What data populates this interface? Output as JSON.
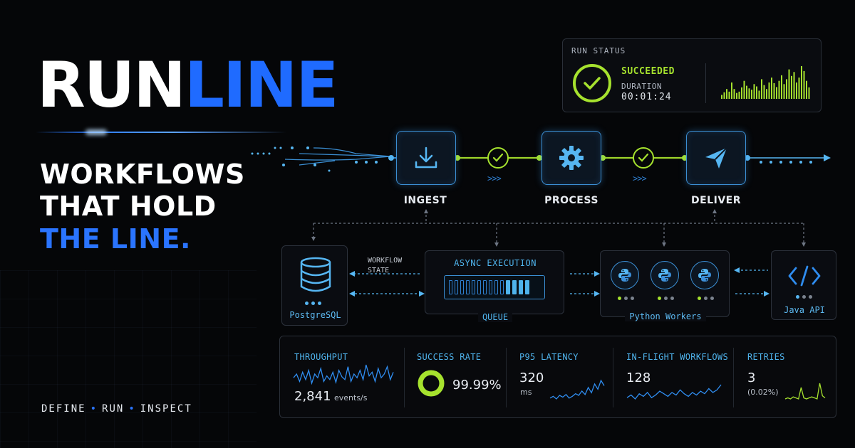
{
  "brand": {
    "part1": "RUN",
    "part2": "LINE"
  },
  "tagline": {
    "line1": "WORKFLOWS",
    "line2": "THAT HOLD",
    "line3": "THE LINE."
  },
  "footer": {
    "item1": "DEFINE",
    "item2": "RUN",
    "item3": "INSPECT",
    "separator": "•"
  },
  "run_status": {
    "title": "RUN STATUS",
    "state": "SUCCEEDED",
    "duration_label": "DURATION",
    "duration_value": "00:01:24",
    "bars": [
      0.12,
      0.2,
      0.3,
      0.22,
      0.5,
      0.3,
      0.18,
      0.22,
      0.35,
      0.55,
      0.4,
      0.32,
      0.28,
      0.45,
      0.38,
      0.25,
      0.6,
      0.42,
      0.3,
      0.5,
      0.65,
      0.48,
      0.36,
      0.55,
      0.72,
      0.45,
      0.6,
      0.9,
      0.7,
      0.82,
      0.5,
      0.65,
      1.0,
      0.85,
      0.55,
      0.35
    ],
    "colors": {
      "ok": "#a6e22e"
    }
  },
  "pipeline": {
    "stages": [
      {
        "label": "INGEST",
        "icon": "download-icon"
      },
      {
        "label": "PROCESS",
        "icon": "gear-icon"
      },
      {
        "label": "DELIVER",
        "icon": "send-icon"
      }
    ],
    "chevrons": ">>>"
  },
  "components": {
    "postgres": {
      "label": "PostgreSQL",
      "icon": "database-icon"
    },
    "workflow_state": {
      "line1": "WORKFLOW",
      "line2": "STATE"
    },
    "async": {
      "title": "ASYNC EXECUTION",
      "queue_label": "QUEUE"
    },
    "python": {
      "label": "Python Workers",
      "icon": "python-icon"
    },
    "java": {
      "label": "Java API",
      "icon": "code-icon"
    }
  },
  "metrics": {
    "throughput": {
      "title": "THROUGHPUT",
      "value": "2,841",
      "unit": "events/s"
    },
    "success": {
      "title": "SUCCESS RATE",
      "value": "99.99%",
      "fraction": 0.9999
    },
    "latency": {
      "title": "P95 LATENCY",
      "value": "320",
      "unit": "ms"
    },
    "inflight": {
      "title": "IN-FLIGHT WORKFLOWS",
      "value": "128"
    },
    "retries": {
      "title": "RETRIES",
      "value": "3",
      "sub": "(0.02%)"
    }
  },
  "colors": {
    "accent": "#1f6bff",
    "cyan": "#4fb3ec",
    "green": "#a6e22e",
    "bg": "#050608"
  }
}
